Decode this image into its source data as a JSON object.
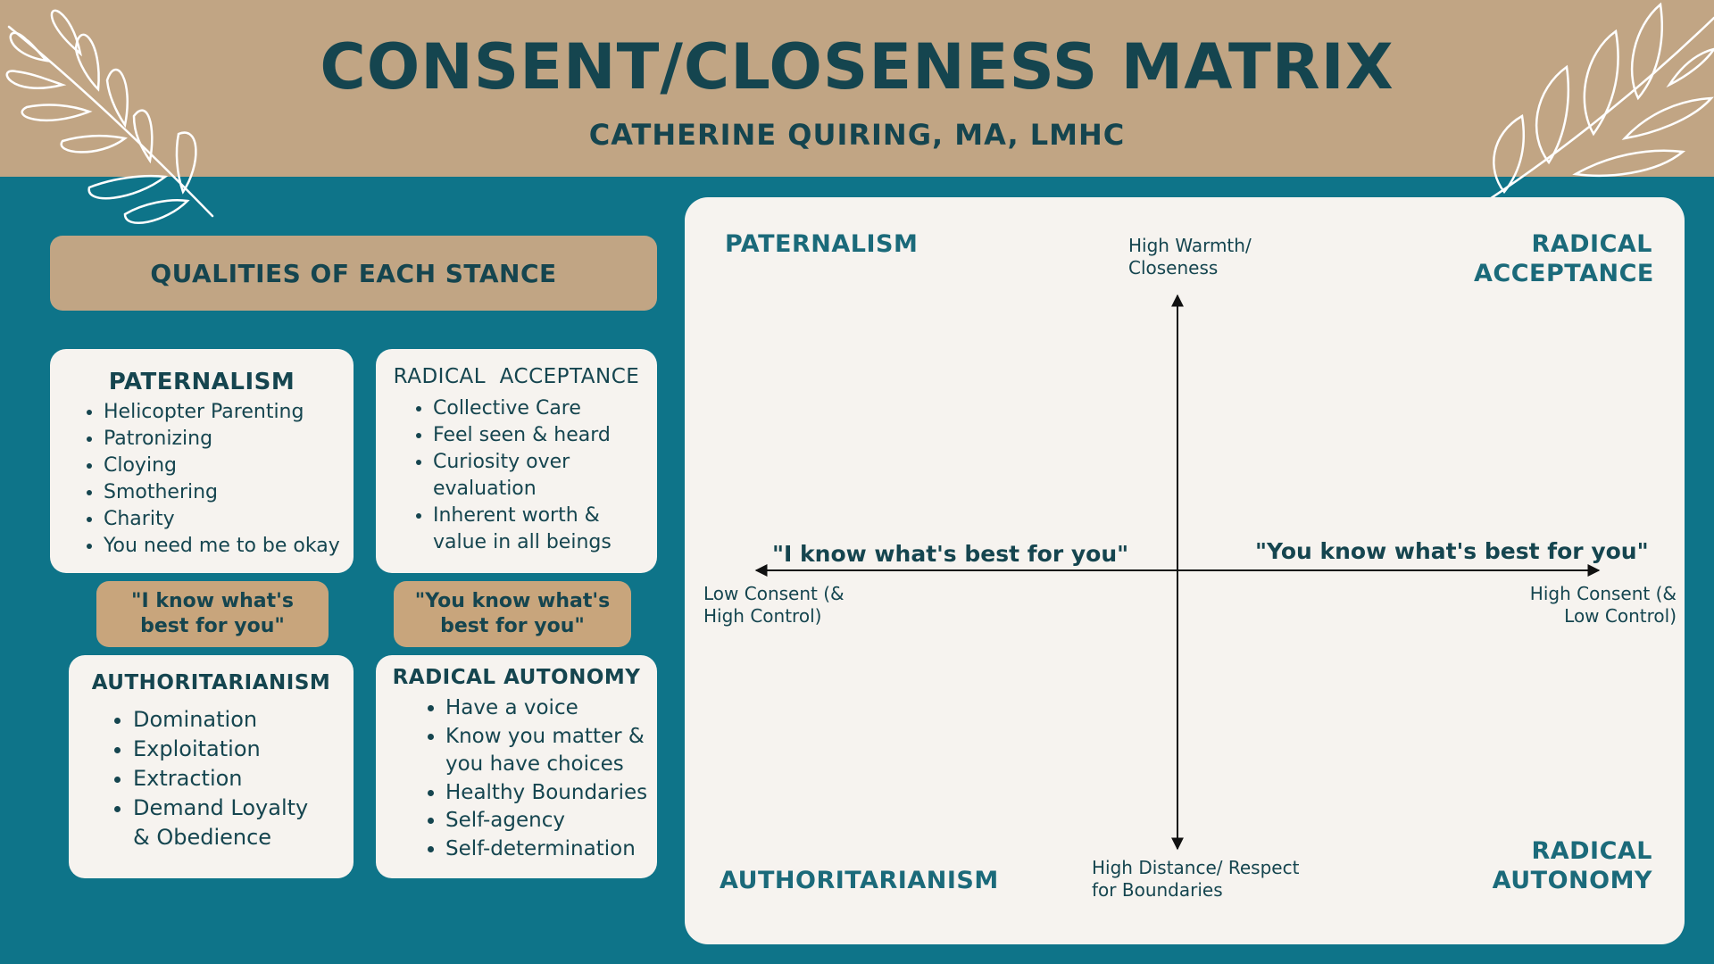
{
  "header": {
    "title": "CONSENT/CLOSENESS MATRIX",
    "subtitle": "CATHERINE QUIRING, MA, LMHC"
  },
  "qualities": {
    "bar_label": "QUALITIES OF EACH STANCE",
    "paternalism": {
      "title": "PATERNALISM",
      "items": [
        "Helicopter Parenting",
        "Patronizing",
        "Cloying",
        "Smothering",
        "Charity",
        "You need me to be okay"
      ]
    },
    "radical_acceptance": {
      "title": "RADICAL  ACCEPTANCE",
      "items": [
        "Collective Care",
        "Feel seen & heard",
        "Curiosity over evaluation",
        "Inherent worth & value in all beings"
      ]
    },
    "authoritarianism": {
      "title": "AUTHORITARIANISM",
      "items": [
        "Domination",
        "Exploitation",
        "Extraction",
        "Demand Loyalty  & Obedience"
      ]
    },
    "radical_autonomy": {
      "title": "RADICAL AUTONOMY",
      "items": [
        "Have a voice",
        "Know you matter & you have choices",
        "Healthy Boundaries",
        "Self-agency",
        "Self-determination"
      ]
    },
    "pill_left": "\"I know what's best for you\"",
    "pill_right": "\"You know what's best for you\""
  },
  "matrix": {
    "top_left": "PATERNALISM",
    "top_right": "RADICAL ACCEPTANCE",
    "bottom_left": "AUTHORITARIANISM",
    "bottom_right": "RADICAL AUTONOMY",
    "y_top": "High Warmth/ Closeness",
    "y_bottom": "High Distance/ Respect for Boundaries",
    "x_left": "Low Consent (& High Control)",
    "x_right": "High Consent (& Low Control)",
    "quote_left": "\"I know what's best for you\"",
    "quote_right": "\"You know what's best for you\""
  },
  "colors": {
    "background": "#0e7489",
    "header": "#c1a584",
    "card": "#f6f3ef",
    "pill": "#c8a57c",
    "title_text": "#15454f",
    "quadrant_label": "#1b6a7a"
  }
}
